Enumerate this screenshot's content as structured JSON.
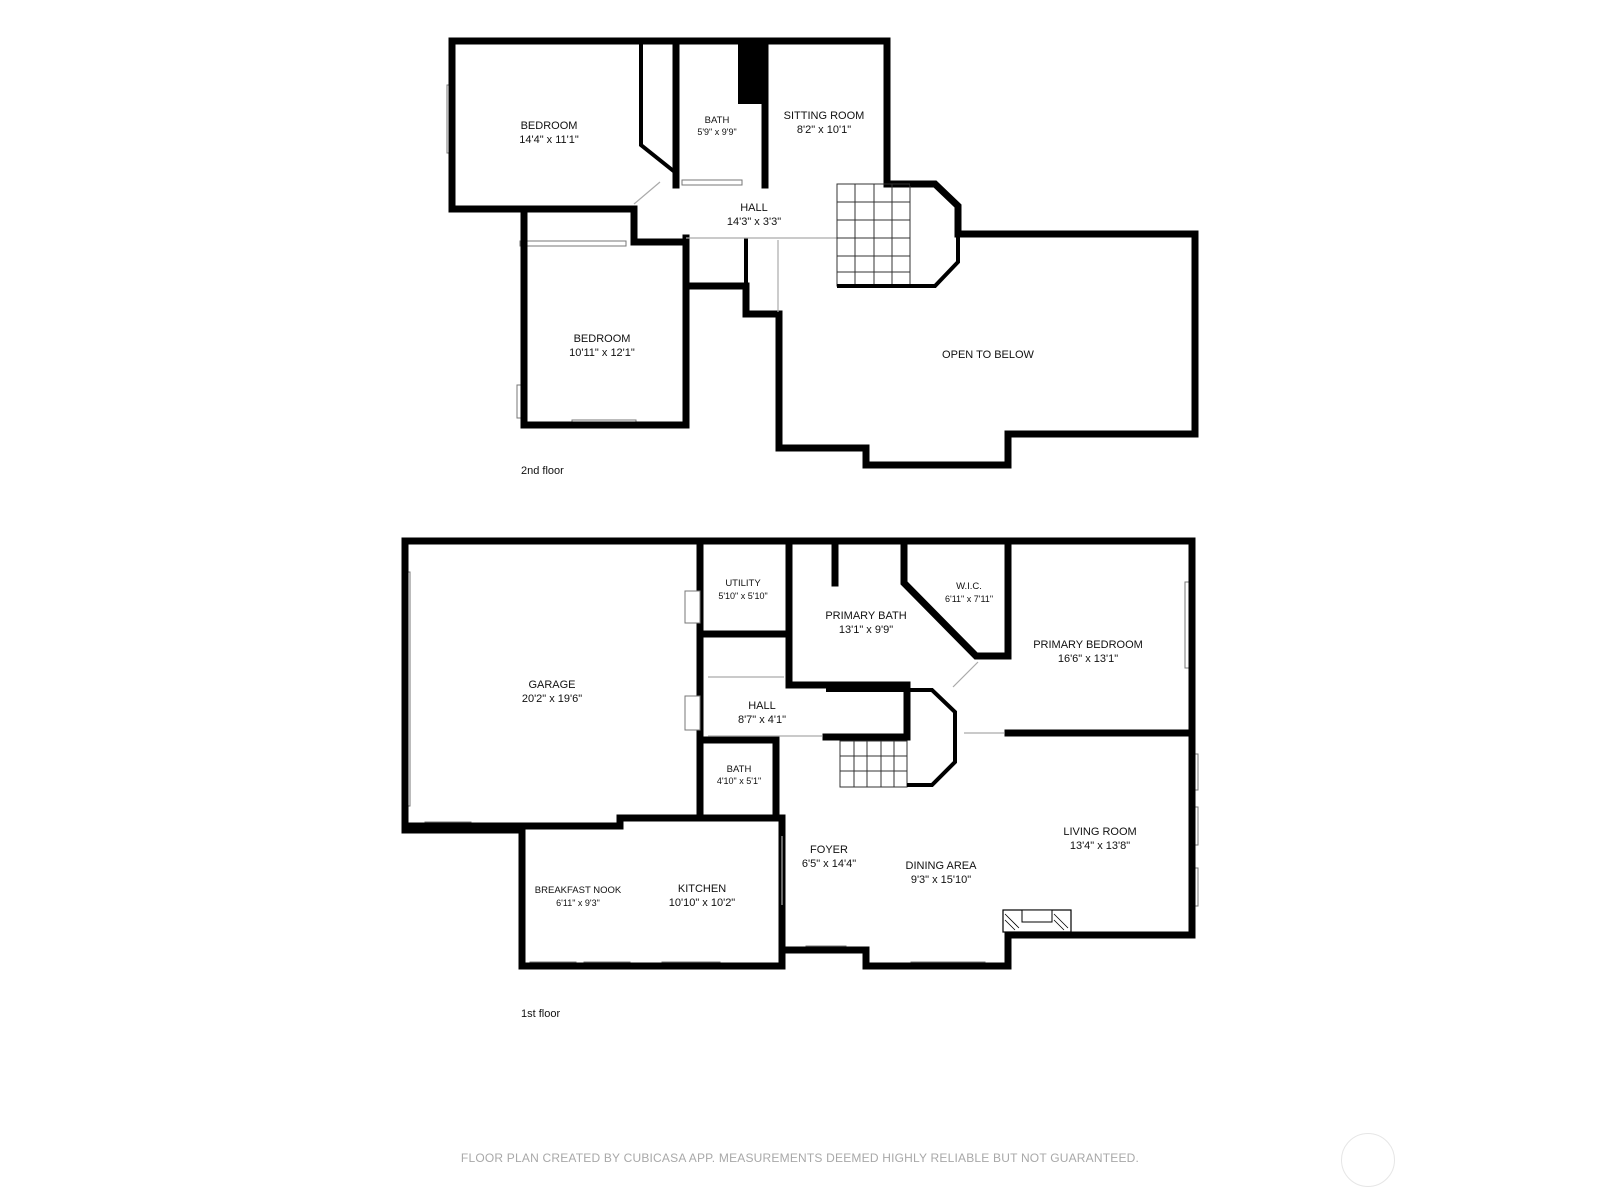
{
  "floors": {
    "second": {
      "label": "2nd floor",
      "rooms": {
        "bedroom_a": {
          "name": "BEDROOM",
          "dim": "14'4\" x 11'1\""
        },
        "bath": {
          "name": "BATH",
          "dim": "5'9\" x 9'9\""
        },
        "sitting_room": {
          "name": "SITTING ROOM",
          "dim": "8'2\" x 10'1\""
        },
        "hall": {
          "name": "HALL",
          "dim": "14'3\" x 3'3\""
        },
        "bedroom_b": {
          "name": "BEDROOM",
          "dim": "10'11\" x 12'1\""
        },
        "open_below": {
          "name": "OPEN TO BELOW"
        }
      }
    },
    "first": {
      "label": "1st floor",
      "rooms": {
        "garage": {
          "name": "GARAGE",
          "dim": "20'2\" x 19'6\""
        },
        "utility": {
          "name": "UTILITY",
          "dim": "5'10\" x 5'10\""
        },
        "primary_bath": {
          "name": "PRIMARY BATH",
          "dim": "13'1\" x 9'9\""
        },
        "wic": {
          "name": "W.I.C.",
          "dim": "6'11\" x 7'11\""
        },
        "primary_bedroom": {
          "name": "PRIMARY BEDROOM",
          "dim": "16'6\" x 13'1\""
        },
        "hall": {
          "name": "HALL",
          "dim": "8'7\" x 4'1\""
        },
        "bath": {
          "name": "BATH",
          "dim": "4'10\" x 5'1\""
        },
        "foyer": {
          "name": "FOYER",
          "dim": "6'5\" x 14'4\""
        },
        "dining_area": {
          "name": "DINING AREA",
          "dim": "9'3\" x 15'10\""
        },
        "living_room": {
          "name": "LIVING ROOM",
          "dim": "13'4\" x 13'8\""
        },
        "breakfast_nook": {
          "name": "BREAKFAST NOOK",
          "dim": "6'11\" x 9'3\""
        },
        "kitchen": {
          "name": "KITCHEN",
          "dim": "10'10\" x 10'2\""
        }
      }
    }
  },
  "footer": {
    "text": "FLOOR PLAN CREATED BY CUBICASA APP. MEASUREMENTS DEEMED HIGHLY RELIABLE BUT NOT GUARANTEED."
  },
  "colors": {
    "wall": "#000000",
    "footer_text": "#a8a8a8",
    "background": "#ffffff"
  }
}
